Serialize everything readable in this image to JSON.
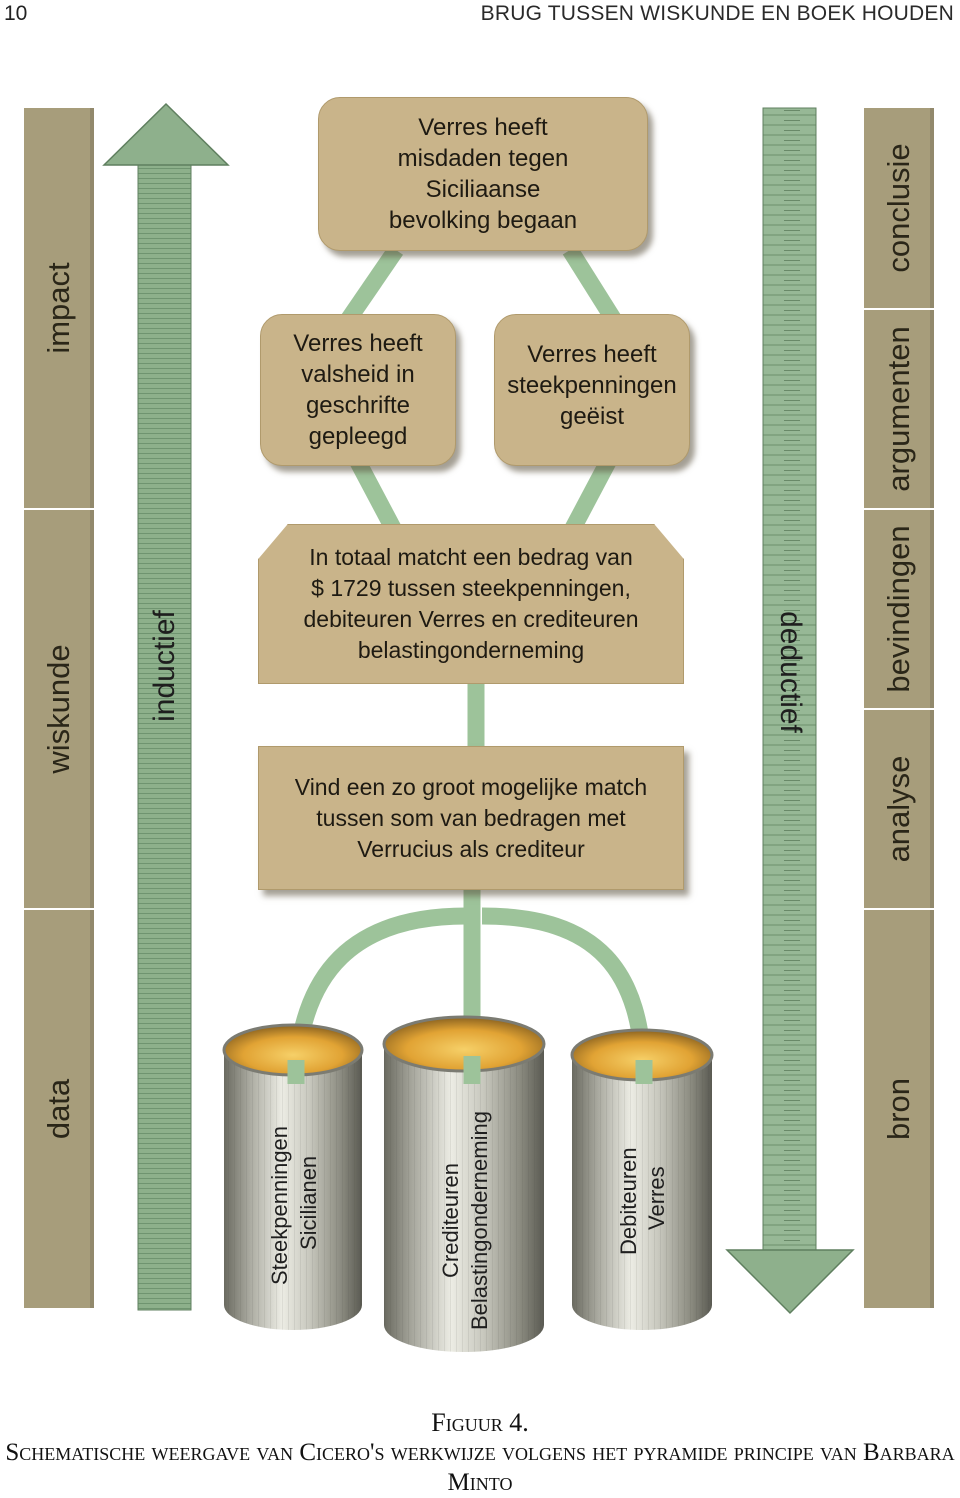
{
  "header": {
    "page_number": "10",
    "running_title": "BRUG TUSSEN WISKUNDE EN BOEK HOUDEN"
  },
  "left_column": {
    "segments": [
      "impact",
      "wiskunde",
      "data"
    ]
  },
  "right_column": {
    "segments": [
      "conclusie",
      "argumenten",
      "bevindingen",
      "analyse",
      "bron"
    ]
  },
  "arrows": {
    "up_label": "inductief",
    "down_label": "deductief"
  },
  "boxes": {
    "top": [
      "Verres heeft",
      "misdaden tegen",
      "Siciliaanse",
      "bevolking begaan"
    ],
    "left": [
      "Verres heeft",
      "valsheid in",
      "geschrifte",
      "gepleegd"
    ],
    "right": [
      "Verres heeft",
      "steekpenningen",
      "geëist"
    ],
    "middle": [
      "In totaal matcht een bedrag van",
      "$ 1729 tussen steekpenningen,",
      "debiteuren Verres en crediteuren",
      "belastingonderneming"
    ],
    "bottom": [
      "Vind een zo groot mogelijke match",
      "tussen som van bedragen met",
      "Verrucius als crediteur"
    ]
  },
  "cylinders": [
    {
      "lines": [
        "Steekpenningen",
        "Sicilianen"
      ]
    },
    {
      "lines": [
        "Crediteuren",
        "Belastingonderneming"
      ]
    },
    {
      "lines": [
        "Debiteuren",
        "Verres"
      ]
    }
  ],
  "caption": {
    "figure": "Figuur 4.",
    "text": "Schematische weergave van Cicero's werkwijze volgens het pyramide principe van Barbara Minto"
  },
  "colors": {
    "bar": "#a79d7b",
    "box": "#c9b48a",
    "arrow": "#8eb08c",
    "connector": "#9dc39a",
    "cylinder_inner": "#e1a334"
  }
}
